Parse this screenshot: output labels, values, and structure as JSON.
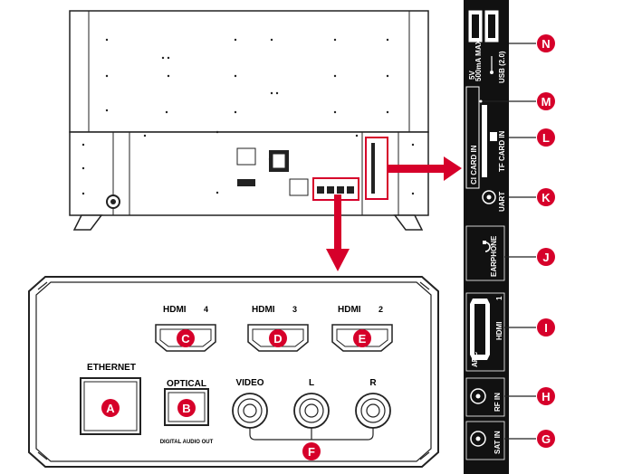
{
  "colors": {
    "badge": "#d6002a",
    "outline": "#222222",
    "panel": "#111111"
  },
  "main_panel": {
    "hdmi_ports": [
      {
        "brand": "HDMI",
        "num": "4",
        "badge": "C"
      },
      {
        "brand": "HDMI",
        "num": "3",
        "badge": "D"
      },
      {
        "brand": "HDMI",
        "num": "2",
        "badge": "E"
      }
    ],
    "ethernet": {
      "label": "ETHERNET",
      "badge": "A"
    },
    "optical": {
      "label": "OPTICAL",
      "sublabel": "DIGITAL AUDIO OUT",
      "badge": "B"
    },
    "av": {
      "video": "VIDEO",
      "left": "L",
      "right": "R",
      "badge": "F"
    }
  },
  "side_panel": {
    "usb": {
      "label": "USB (2.0)",
      "spec_top": "5V",
      "spec_bottom": "500mA MAX",
      "badge": "N"
    },
    "ci_card": {
      "label": "CI CARD IN",
      "badge": "M"
    },
    "tf_card": {
      "label": "TF CARD IN",
      "badge": "L"
    },
    "uart": {
      "label": "UART",
      "badge": "K"
    },
    "earphone": {
      "label": "EARPHONE",
      "badge": "J"
    },
    "hdmi1": {
      "brand": "HDMI",
      "num": "1",
      "arc": "ARC",
      "badge": "I"
    },
    "rf_in": {
      "label": "RF IN",
      "badge": "H"
    },
    "sat_in": {
      "label": "SAT IN",
      "badge": "G"
    }
  },
  "icons": [
    "tv-rear-view",
    "down-arrow",
    "right-arrow",
    "usb-icon",
    "headphone-icon",
    "sd-card-icon"
  ]
}
